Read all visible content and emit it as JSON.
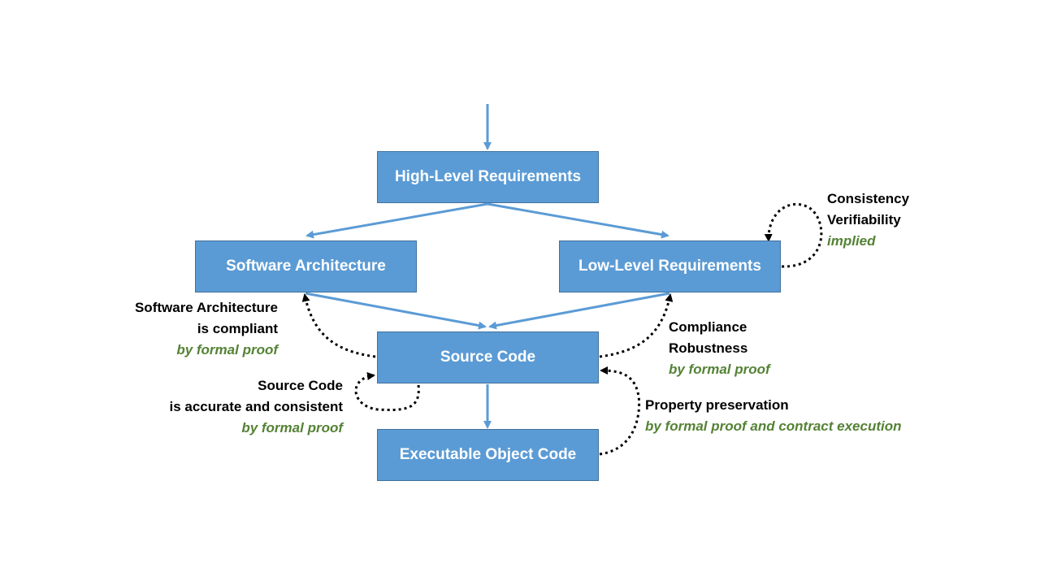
{
  "colors": {
    "box_fill": "#5b9bd5",
    "box_border": "#41719c",
    "arrow": "#5b9bd5",
    "dotted_arrow": "#000000",
    "method_text": "#548235"
  },
  "boxes": {
    "high_level": "High-Level Requirements",
    "software_arch": "Software Architecture",
    "low_level": "Low-Level Requirements",
    "source_code": "Source Code",
    "object_code": "Executable Object Code"
  },
  "notes": {
    "llr_self": {
      "line1": "Consistency",
      "line2": "Verifiability",
      "method": "implied"
    },
    "arch_compliance": {
      "line1": "Software Architecture",
      "line2": "is compliant",
      "method": "by formal proof"
    },
    "llr_compliance": {
      "line1": "Compliance",
      "line2": "Robustness",
      "method": "by formal proof"
    },
    "source_self": {
      "line1": "Source Code",
      "line2": "is accurate and consistent",
      "method": "by formal proof"
    },
    "property_preservation": {
      "line1": "Property preservation",
      "method": "by formal proof and contract execution"
    }
  }
}
